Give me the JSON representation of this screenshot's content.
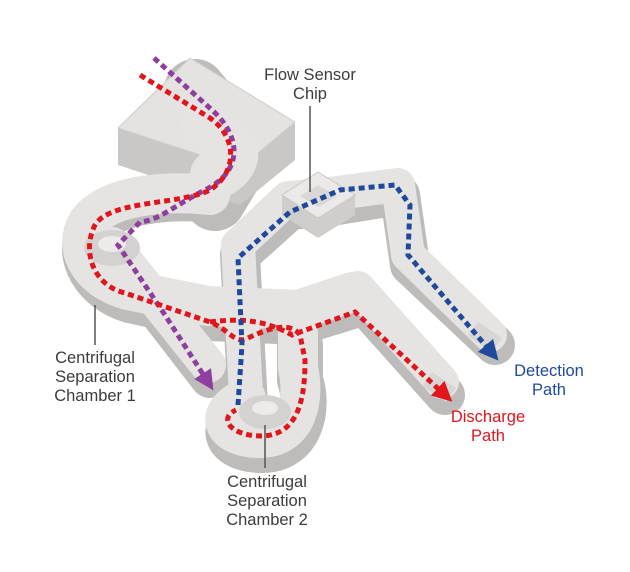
{
  "labels": {
    "flow_sensor": [
      "Flow Sensor",
      "Chip"
    ],
    "chamber1": [
      "Centrifugal",
      "Separation",
      "Chamber 1"
    ],
    "chamber2": [
      "Centrifugal",
      "Separation",
      "Chamber 2"
    ],
    "detection": [
      "Detection",
      "Path"
    ],
    "discharge": [
      "Discharge",
      "Path"
    ]
  },
  "colors": {
    "device_top": "#e6e5e3",
    "device_side": "#c4c3c1",
    "device_edge": "#b9b8b6",
    "detection_path": "#1f4a9c",
    "discharge_path": "#e0161c",
    "sample_path": "#8e3e9e",
    "leader_line": "#555555"
  }
}
